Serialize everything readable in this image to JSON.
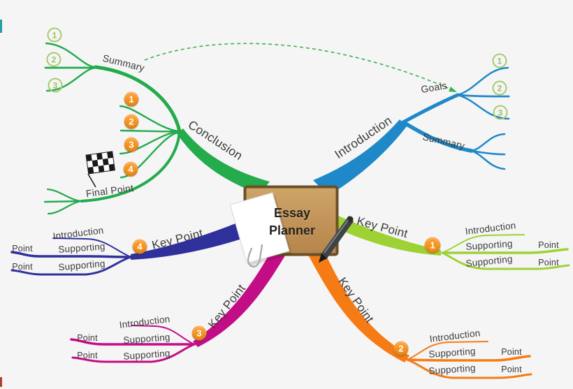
{
  "app": {
    "type": "mind-map",
    "background": "#f5f5f6"
  },
  "colors": {
    "green": "#23ab4c",
    "green_dashed": "#3cb054",
    "blue": "#1e88c8",
    "lime": "#9ed234",
    "orange": "#f57c15",
    "magenta": "#c30d86",
    "navy": "#30309c",
    "badge_orange": "#f7941e",
    "ring_green": "#a6ca6d",
    "box_fill": "#c89d60",
    "box_border": "#6b4f28",
    "text": "#3b3b3b"
  },
  "center": {
    "title_line1": "Essay",
    "title_line2": "Planner"
  },
  "icons": {
    "flag": "checkered-flag",
    "paper": "paper-sheet-with-clip",
    "pen": "pen"
  },
  "nodes": {
    "conclusion": {
      "label": "Conclusion",
      "badges": [
        "1",
        "2",
        "3",
        "4"
      ],
      "summary": {
        "label": "Summary",
        "rings": [
          "1",
          "2",
          "3"
        ]
      },
      "final_point": {
        "label": "Final Point"
      }
    },
    "introduction": {
      "label": "Introduction",
      "goals": {
        "label": "Goals",
        "rings": [
          "1",
          "2",
          "3"
        ]
      },
      "summary": {
        "label": "Summary"
      }
    },
    "key_point_1": {
      "label": "Key Point",
      "badge": "1",
      "intro": "Introduction",
      "supporting_1": "Supporting",
      "point_1": "Point",
      "supporting_2": "Supporting",
      "point_2": "Point"
    },
    "key_point_2": {
      "label": "Key Point",
      "badge": "2",
      "intro": "Introduction",
      "supporting_1": "Supporting",
      "point_1": "Point",
      "supporting_2": "Supporting",
      "point_2": "Point"
    },
    "key_point_3": {
      "label": "Key Point",
      "badge": "3",
      "intro": "Introduction",
      "supporting_1": "Supporting",
      "point_1": "Point",
      "supporting_2": "Supporting",
      "point_2": "Point"
    },
    "key_point_4": {
      "label": "Key Point",
      "badge": "4",
      "intro": "Introduction",
      "supporting_1": "Supporting",
      "point_1": "Point",
      "supporting_2": "Supporting",
      "point_2": "Point"
    }
  }
}
